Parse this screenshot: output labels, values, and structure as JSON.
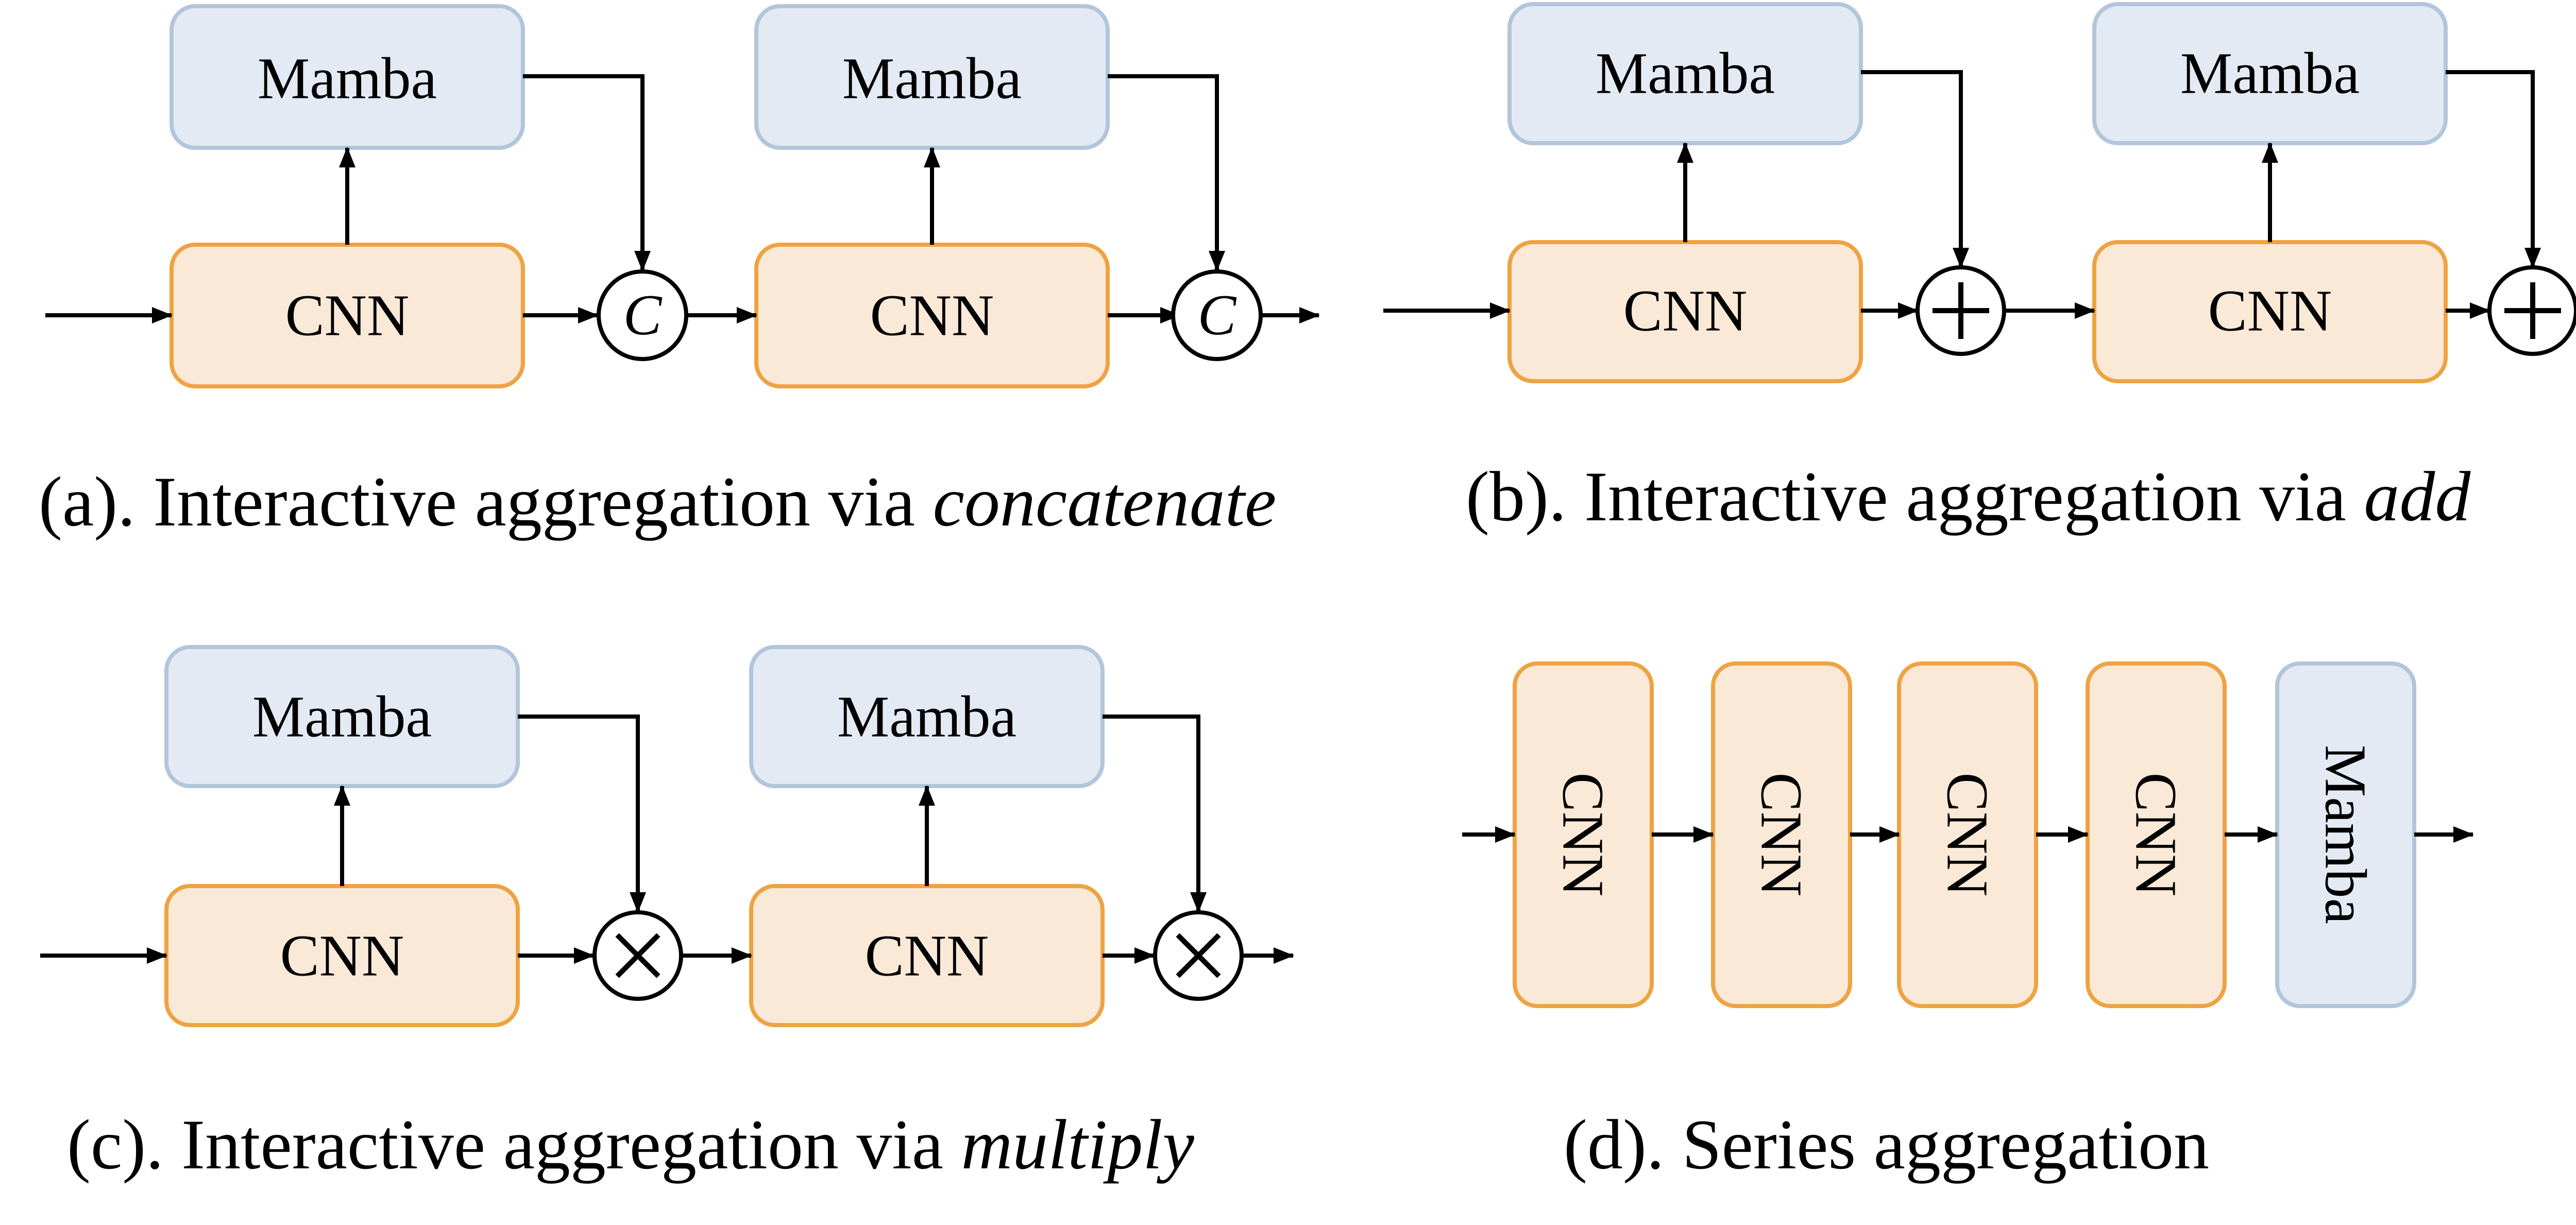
{
  "colors": {
    "cnn_fill": "#fbe9d7",
    "cnn_stroke": "#eea343",
    "mamba_fill": "#e3eaf4",
    "mamba_stroke": "#b3c5db",
    "line": "#000000"
  },
  "panels": {
    "a": {
      "mamba_1": "Mamba",
      "mamba_2": "Mamba",
      "cnn_1": "CNN",
      "cnn_2": "CNN",
      "op_symbol": "C",
      "caption_prefix": "(a). Interactive aggregation via ",
      "caption_emphasis": "concatenate"
    },
    "b": {
      "mamba_1": "Mamba",
      "mamba_2": "Mamba",
      "cnn_1": "CNN",
      "cnn_2": "CNN",
      "op_symbol": "plus-operator",
      "caption_prefix": "(b).  Interactive aggregation via ",
      "caption_emphasis": "add"
    },
    "c": {
      "mamba_1": "Mamba",
      "mamba_2": "Mamba",
      "cnn_1": "CNN",
      "cnn_2": "CNN",
      "op_symbol": "times-operator",
      "caption_prefix": "(c).  Interactive aggregation via ",
      "caption_emphasis": "multiply"
    },
    "d": {
      "blocks": [
        "CNN",
        "CNN",
        "CNN",
        "CNN",
        "Mamba"
      ],
      "caption": "(d). Series aggregation"
    }
  }
}
